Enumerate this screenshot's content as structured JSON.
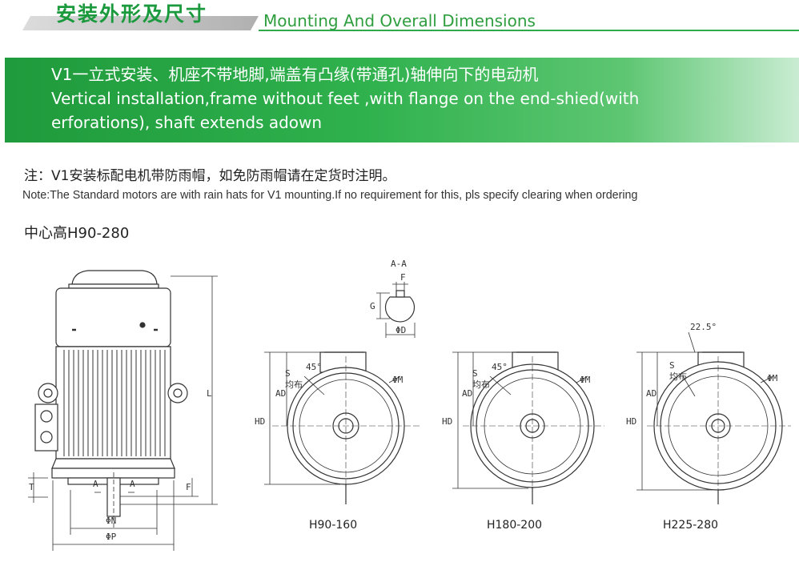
{
  "header": {
    "title_cn": "安装外形及尺寸",
    "title_en": "Mounting And Overall Dimensions"
  },
  "banner": {
    "line1": "V1一立式安装、机座不带地脚,端盖有凸缘(带通孔)轴伸向下的电动机",
    "line2": "Vertical installation,frame without feet ,with flange on the end-shied(with",
    "line3": "erforations), shaft extends adown"
  },
  "note": {
    "cn": "注：V1安装标配电机带防雨帽，如免防雨帽请在定货时注明。",
    "en": "Note:The Standard motors are with rain hats for V1 mounting.If no requirement for this, pls specify clearing when ordering"
  },
  "center_height": "中心高H90-280",
  "drawing": {
    "side_labels": {
      "L": "L",
      "T": "T",
      "F": "F",
      "A1": "A",
      "A2": "A",
      "N": "ΦN",
      "P": "ΦP"
    },
    "section": {
      "title": "A-A",
      "F": "F",
      "G": "G",
      "D": "ΦD"
    },
    "views": [
      {
        "caption": "H90-160",
        "angle": "45°",
        "S": "S",
        "S_sub": "均布",
        "AD": "AD",
        "HD": "HD",
        "M": "ΦM"
      },
      {
        "caption": "H180-200",
        "angle": "45°",
        "S": "S",
        "S_sub": "均布",
        "AD": "AD",
        "HD": "HD",
        "M": "ΦM"
      },
      {
        "caption": "H225-280",
        "angle": "22.5°",
        "S": "S",
        "S_sub": "均布",
        "AD": "AD",
        "HD": "HD",
        "M": "ΦM"
      }
    ]
  },
  "colors": {
    "brand_green": "#1f9a3c",
    "line": "#333333"
  }
}
